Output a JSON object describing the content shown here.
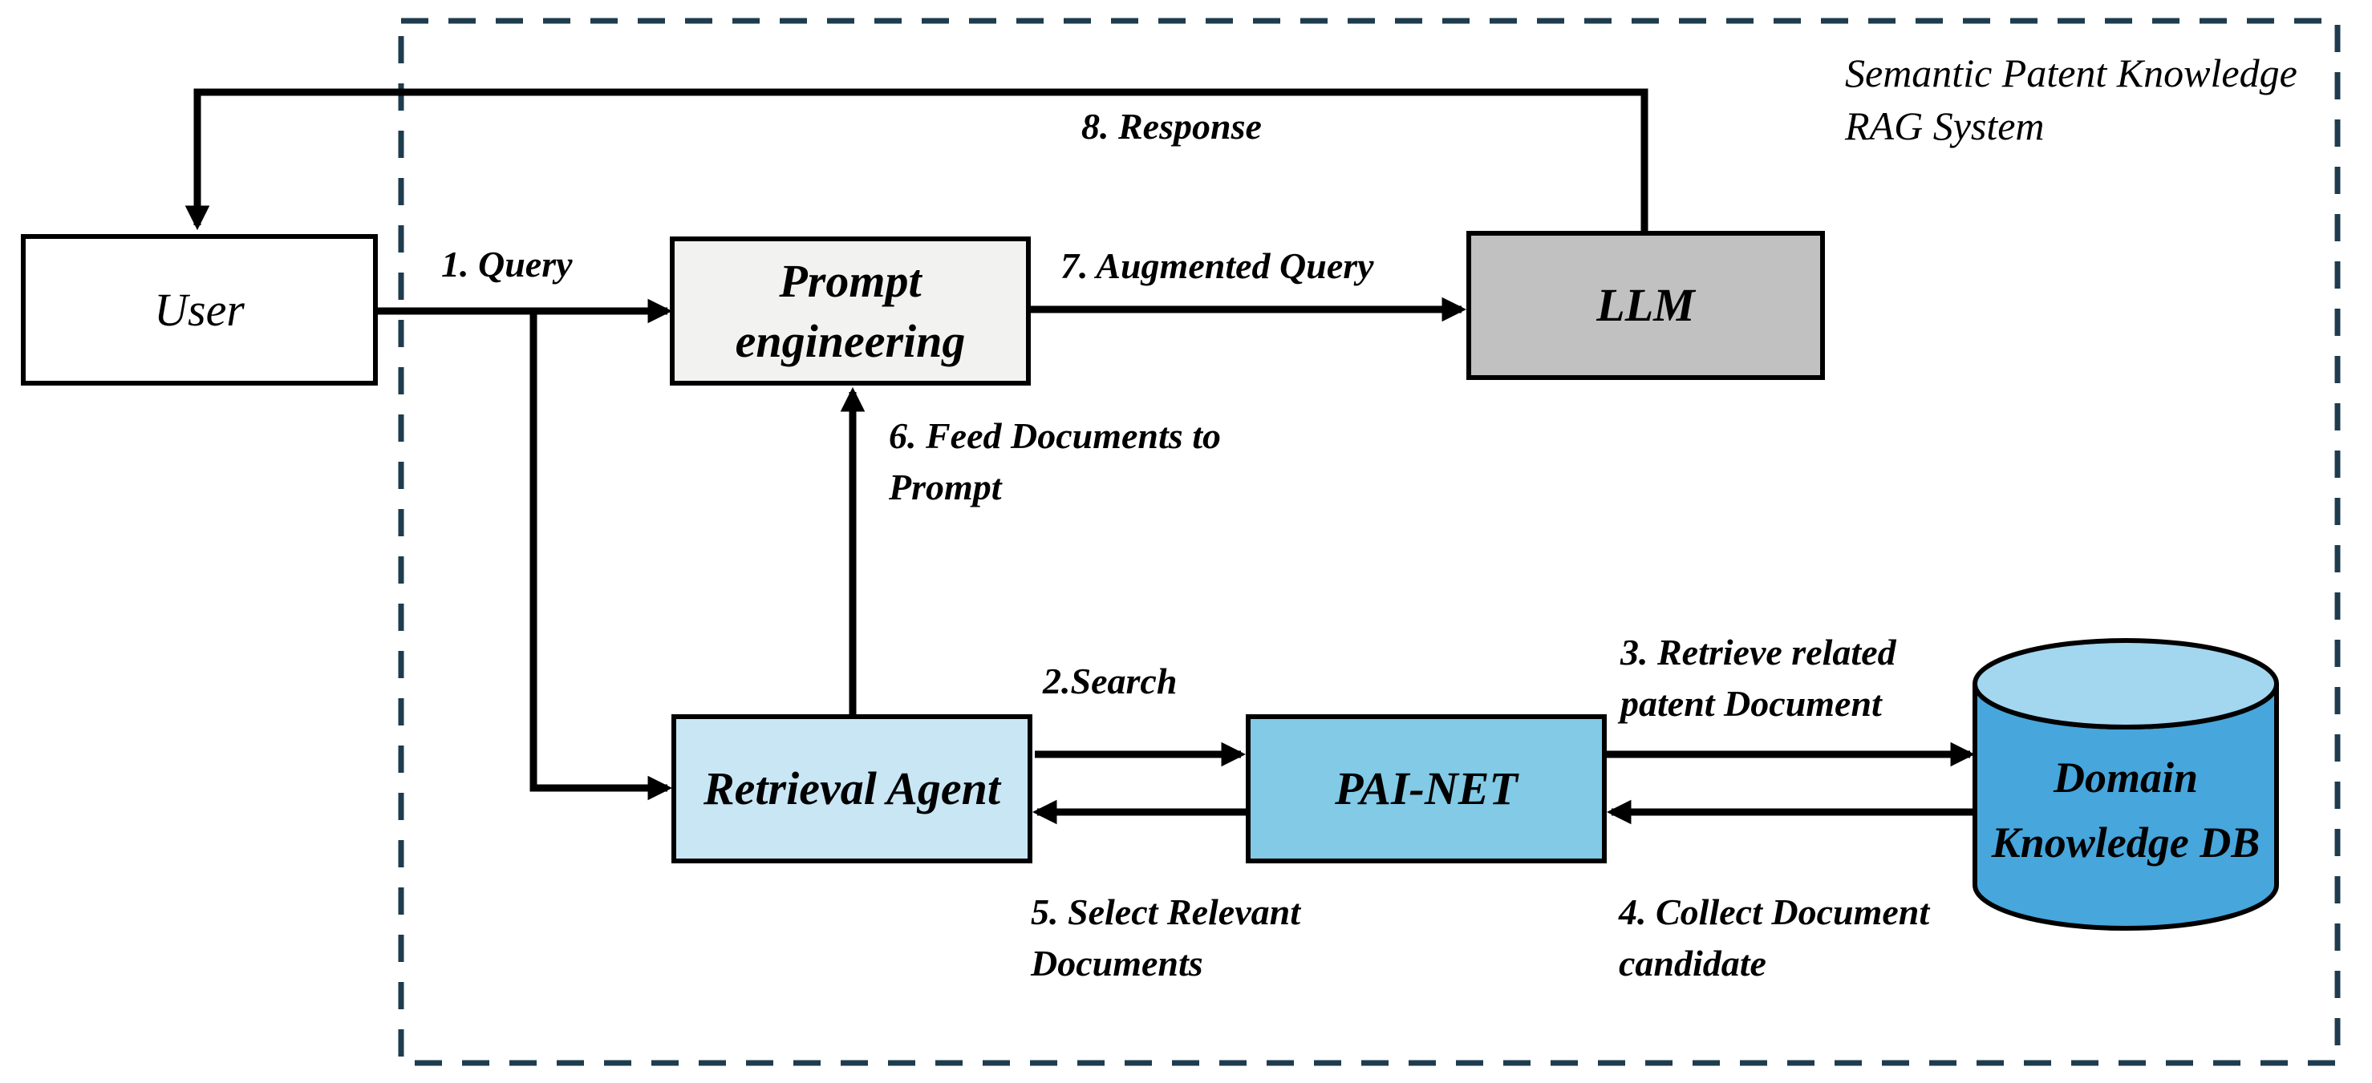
{
  "title": "Semantic Patent Knowledge RAG System",
  "nodes": {
    "user": "User",
    "prompt_engineering": "Prompt engineering",
    "llm": "LLM",
    "retrieval_agent": "Retrieval Agent",
    "pai_net": "PAI-NET",
    "domain_db": "Domain Knowledge DB"
  },
  "flow_labels": {
    "query": "1. Query",
    "search": "2.Search",
    "retrieve": "3. Retrieve related patent Document",
    "collect": "4. Collect Document candidate",
    "select": "5. Select Relevant Documents",
    "feed": "6. Feed Documents to Prompt",
    "augmented": "7. Augmented Query",
    "response": "8. Response"
  },
  "colors": {
    "boundary": "#1e3c4e",
    "line": "#000000",
    "user_fill": "#ffffff",
    "prompt_fill": "#f2f2f1",
    "llm_fill": "#c1c1c1",
    "retrieval_fill": "#c8e6f4",
    "painet_fill": "#82cae6",
    "db_body_fill": "#47a6db",
    "db_top_fill": "#a3d6ef"
  }
}
